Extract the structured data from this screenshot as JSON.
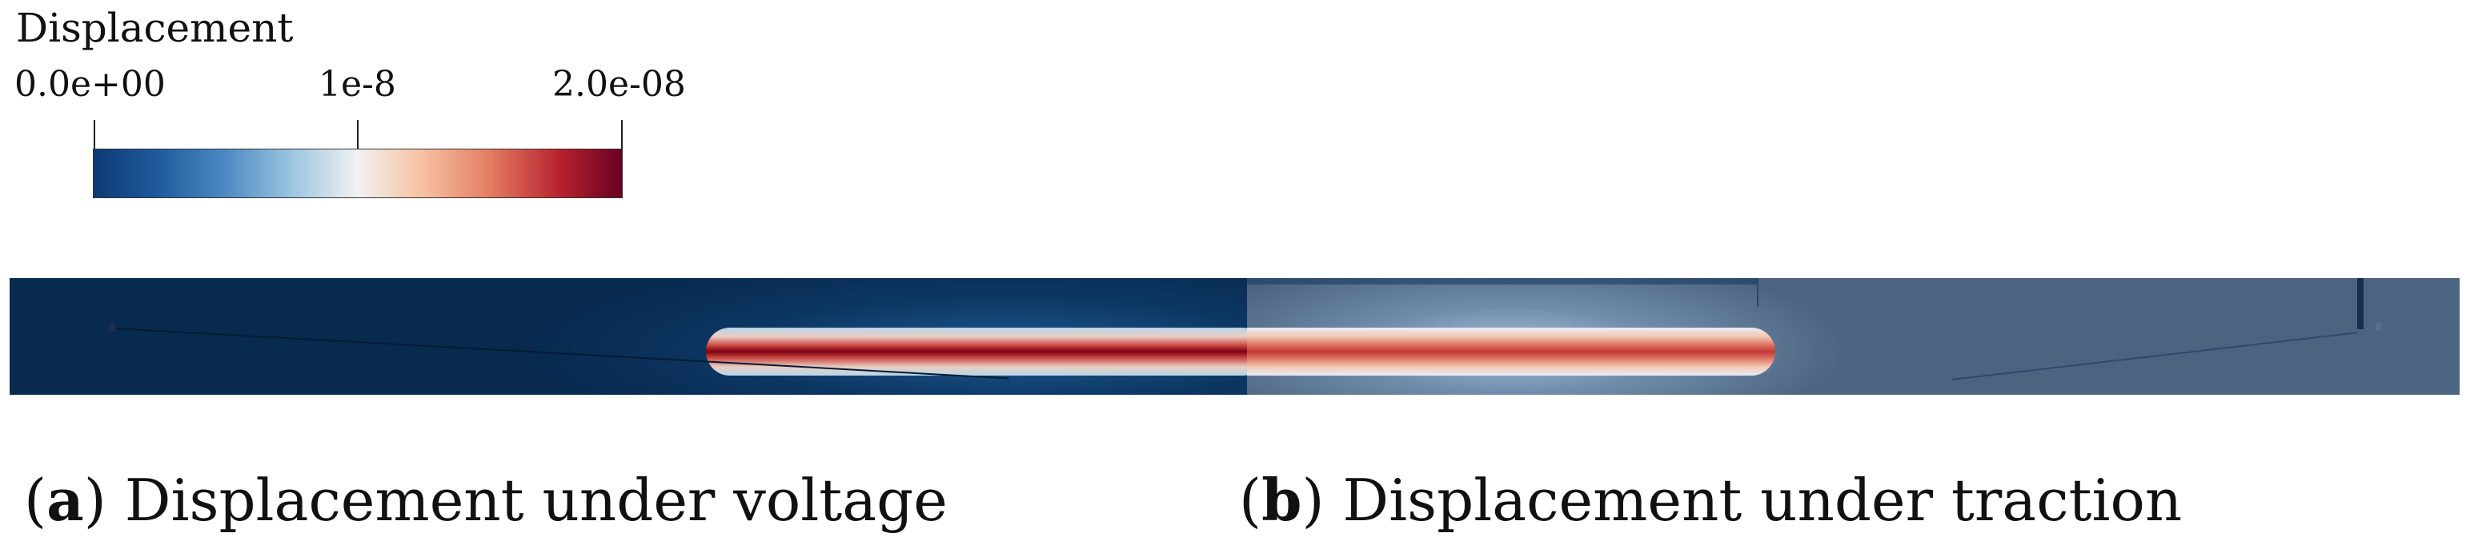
{
  "colorbar": {
    "title": "Displacement",
    "tick_labels": [
      "0.0e+00",
      "1e-8",
      "2.0e-08"
    ],
    "range": [
      0,
      2e-08
    ],
    "colormap": "Cool to Warm",
    "colors": [
      "#0b3a73",
      "#f2f2f2",
      "#6a0021"
    ]
  },
  "panels": [
    {
      "letter": "a",
      "caption": "Displacement under voltage"
    },
    {
      "letter": "b",
      "caption": "Displacement under traction"
    }
  ],
  "colors": {
    "low": "#082a4f",
    "high": "#7b0014",
    "overlay_b": "#4d6480"
  }
}
